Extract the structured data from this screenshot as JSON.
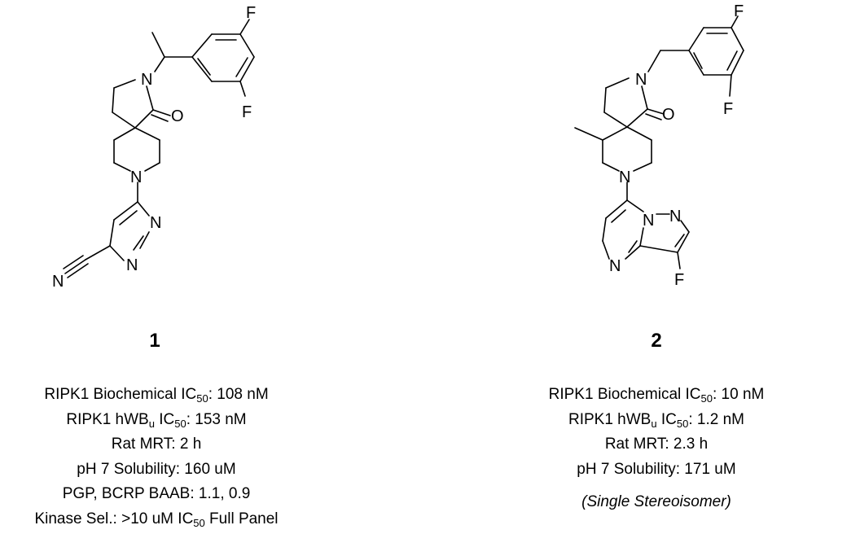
{
  "compounds": [
    {
      "id": "1",
      "atoms": [
        "F",
        "F",
        "N",
        "O",
        "N",
        "N",
        "N",
        "N"
      ],
      "props": [
        {
          "pre": "RIPK1 Biochemical IC",
          "sub": "50",
          "post": ": 108 nM"
        },
        {
          "pre": "RIPK1 hWB",
          "sub": "u",
          "pre2": " IC",
          "sub2": "50",
          "post": ": 153 nM"
        },
        {
          "pre": "Rat MRT: 2 h"
        },
        {
          "pre": "pH 7 Solubility: 160 uM"
        },
        {
          "pre": "PGP, BCRP BAAB: 1.1, 0.9"
        },
        {
          "pre": "Kinase Sel.: >10 uM IC",
          "sub": "50",
          "post": " Full Panel"
        }
      ]
    },
    {
      "id": "2",
      "atoms": [
        "F",
        "F",
        "N",
        "O",
        "N",
        "N",
        "N",
        "N",
        "F"
      ],
      "props": [
        {
          "pre": "RIPK1 Biochemical IC",
          "sub": "50",
          "post": ": 10 nM"
        },
        {
          "pre": "RIPK1 hWB",
          "sub": "u",
          "pre2": " IC",
          "sub2": "50",
          "post": ": 1.2 nM"
        },
        {
          "pre": "Rat MRT: 2.3 h"
        },
        {
          "pre": "pH 7 Solubility: 171 uM"
        }
      ],
      "note": "(Single Stereoisomer)"
    }
  ]
}
